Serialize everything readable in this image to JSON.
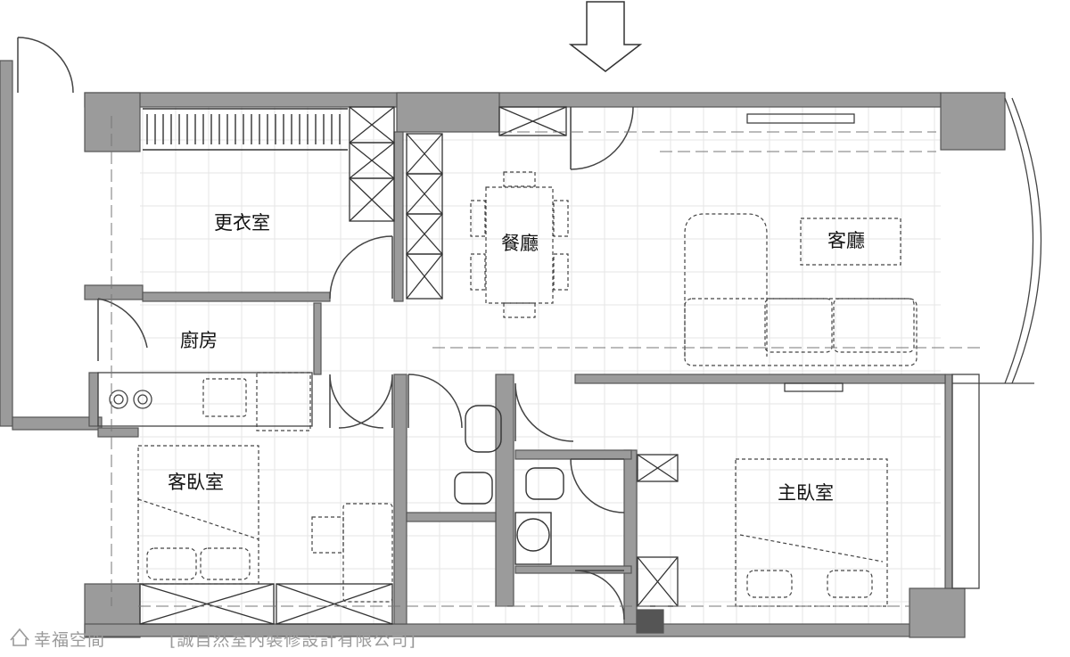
{
  "plan": {
    "rooms": {
      "walk_in_closet": "更衣室",
      "dining": "餐廳",
      "living": "客廳",
      "kitchen": "廚房",
      "guest_bedroom": "客臥室",
      "master_bedroom": "主臥室"
    },
    "watermark": {
      "brand": "幸福空間",
      "company": "[誠自然室內裝修設計有限公司]"
    },
    "colors": {
      "wall": "#9b9b9b",
      "line": "#555555",
      "grid": "#e6e6e6",
      "text": "#111111"
    },
    "entry_marker": "arrow-down-icon"
  }
}
